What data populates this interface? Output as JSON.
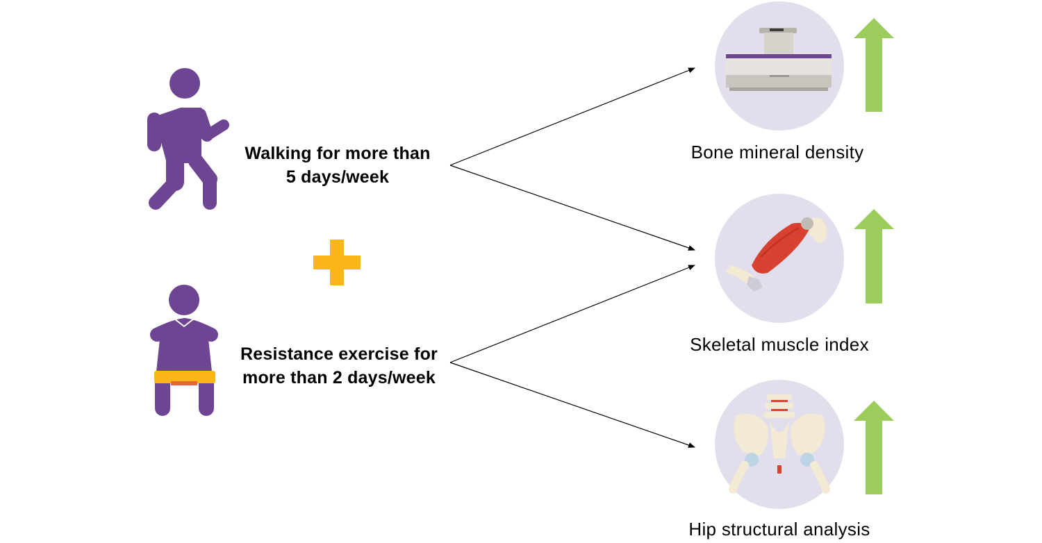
{
  "exercises": [
    {
      "label_line1": "Walking for more than",
      "label_line2": "5 days/week",
      "icon": "walking-person-icon"
    },
    {
      "label_line1": "Resistance exercise for",
      "label_line2": "more than 2 days/week",
      "icon": "resistance-band-person-icon"
    }
  ],
  "combine_icon": "plus-icon",
  "outcomes": [
    {
      "label": "Bone mineral density",
      "icon": "dxa-scanner-icon",
      "trend": "increase"
    },
    {
      "label": "Skeletal muscle index",
      "icon": "arm-muscle-icon",
      "trend": "increase"
    },
    {
      "label": "Hip structural analysis",
      "icon": "pelvis-icon",
      "trend": "increase"
    }
  ],
  "colors": {
    "person": "#6e4592",
    "plus": "#fbb718",
    "band": "#fbb718",
    "band_accent": "#e8623a",
    "circle": "#e3deec",
    "up_arrow": "#9ccc5c",
    "muscle": "#d8412f",
    "bone": "#f3ead3"
  }
}
